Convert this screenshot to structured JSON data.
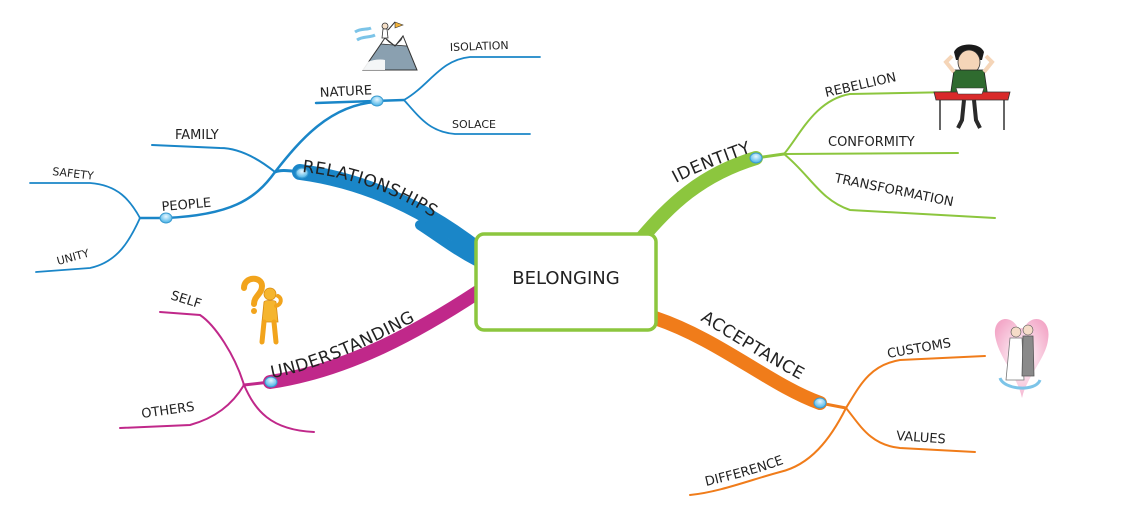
{
  "center": "BELONGING",
  "colors": {
    "relationships": "#1a86c8",
    "identity": "#8cc63e",
    "understanding": "#c0288a",
    "acceptance": "#f07c1a",
    "center_border": "#8cc63e",
    "node": "#6ec6f0"
  },
  "branches": {
    "relationships": {
      "label": "RELATIONSHIPS",
      "nature": {
        "label": "NATURE",
        "children": [
          "ISOLATION",
          "SOLACE"
        ]
      },
      "family": "FAMILY",
      "people": {
        "label": "PEOPLE",
        "children": [
          "SAFETY",
          "UNITY"
        ]
      }
    },
    "identity": {
      "label": "IDENTITY",
      "children": [
        "REBELLION",
        "CONFORMITY",
        "TRANSFORMATION"
      ]
    },
    "understanding": {
      "label": "UNDERSTANDING",
      "children": [
        "SELF",
        "OTHERS"
      ]
    },
    "acceptance": {
      "label": "ACCEPTANCE",
      "children": [
        "CUSTOMS",
        "VALUES",
        "DIFFERENCE"
      ]
    }
  },
  "clipart": [
    "mountain-climber-icon",
    "frustrated-student-icon",
    "question-person-icon",
    "wedding-couple-icon"
  ]
}
